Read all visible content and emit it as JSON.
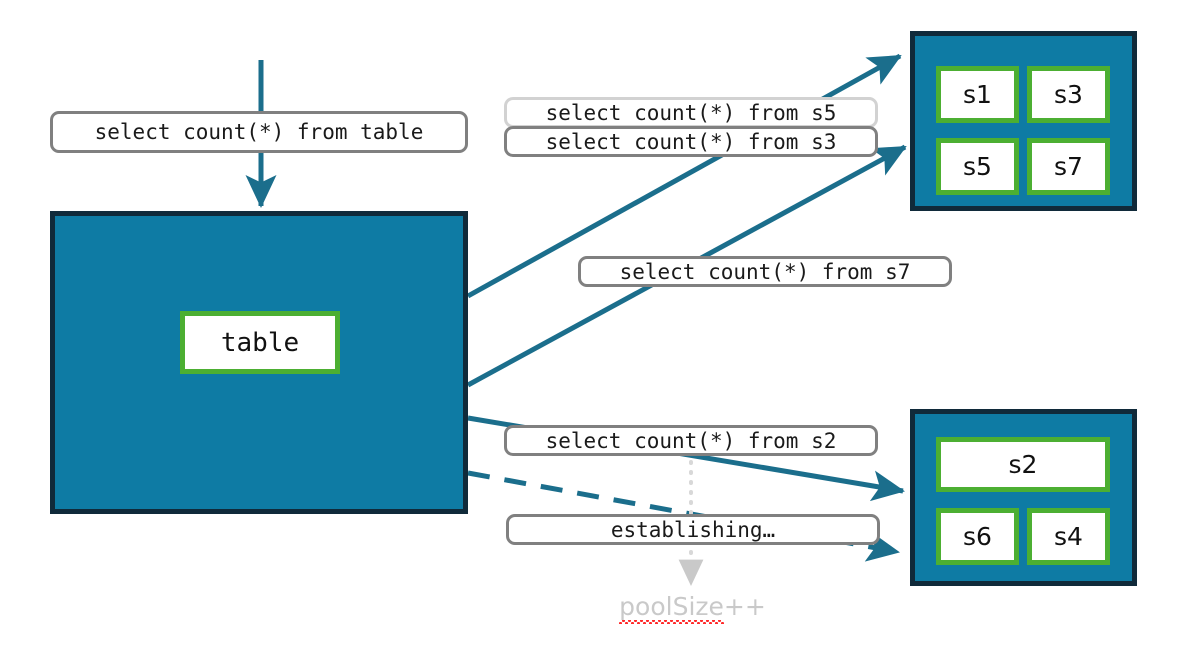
{
  "diagram": {
    "title": "connection pool query routing",
    "colors": {
      "pool_fill": "#0E7BA4",
      "pool_border": "#102A3A",
      "connection_border": "#4CAF32",
      "arrow": "#1B6E8C",
      "label_border": "#808080",
      "label_border_light": "#d2d2d2",
      "dotted_guide": "#d8d8d8",
      "poolsize_text": "#c9c9c9",
      "spellcheck_underline": "#ff2a2a"
    }
  },
  "source": {
    "query_label": "select count(*) from table",
    "node_label": "table"
  },
  "labels": [
    {
      "id": "s5",
      "text": "select count(*) from s5",
      "style": "light"
    },
    {
      "id": "s3",
      "text": "select count(*) from s3",
      "style": "normal"
    },
    {
      "id": "s7",
      "text": "select count(*) from s7",
      "style": "normal"
    },
    {
      "id": "s2",
      "text": "select count(*) from s2",
      "style": "normal"
    },
    {
      "id": "establishing",
      "text": "establishing…",
      "style": "normal"
    }
  ],
  "pools": [
    {
      "id": "pool-top",
      "connections": [
        {
          "id": "s1",
          "label": "s1"
        },
        {
          "id": "s3",
          "label": "s3"
        },
        {
          "id": "s5",
          "label": "s5"
        },
        {
          "id": "s7",
          "label": "s7"
        }
      ]
    },
    {
      "id": "pool-bottom",
      "connections": [
        {
          "id": "s2",
          "label": "s2"
        },
        {
          "id": "s6",
          "label": "s6"
        },
        {
          "id": "s4",
          "label": "s4"
        }
      ]
    }
  ],
  "annotation": {
    "poolsize_prefix": "poolSize",
    "poolsize_suffix": "++"
  }
}
